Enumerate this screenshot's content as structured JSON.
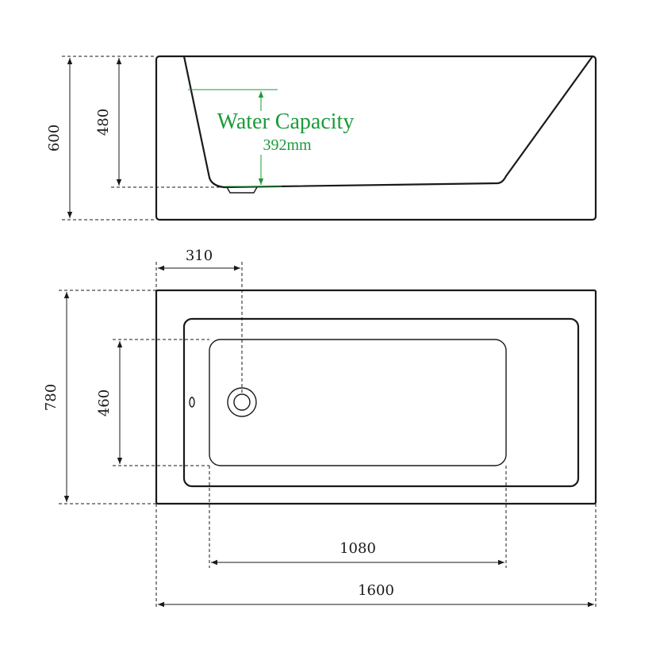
{
  "colors": {
    "outline": "#1a1a1a",
    "accent": "#1a9b3a",
    "background": "#ffffff"
  },
  "side_view": {
    "height_total": "600",
    "depth_inner": "480",
    "water_capacity_label": "Water Capacity",
    "water_capacity_value": "392mm"
  },
  "top_view": {
    "drain_offset": "310",
    "width_total": "780",
    "inner_width": "460",
    "inner_length": "1080",
    "length_total": "1600"
  }
}
